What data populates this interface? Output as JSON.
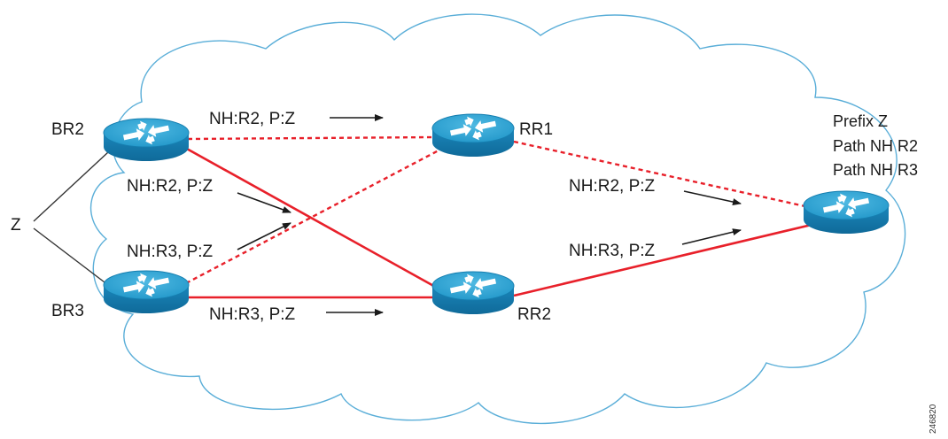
{
  "diagram": {
    "z_label": "Z",
    "nodes": {
      "br2": "BR2",
      "br3": "BR3",
      "rr1": "RR1",
      "rr2": "RR2"
    },
    "prefix_box": {
      "line1": "Prefix Z",
      "line2": "Path NH R2",
      "line3": "Path NH R3"
    },
    "advert_labels": {
      "br2_to_rr1": "NH:R2, P:Z",
      "br2_diag": "NH:R2, P:Z",
      "br3_diag": "NH:R3, P:Z",
      "br3_to_rr2": "NH:R3, P:Z",
      "rr1_to_client": "NH:R2, P:Z",
      "rr2_to_client": "NH:R3, P:Z"
    },
    "figure_id": "246820",
    "colors": {
      "cloud_outline": "#5aaed8",
      "link_red": "#e8202a",
      "router_fill": "#1d8fc4",
      "router_top": "#2fa6d6",
      "arrow": "#1a1a1a"
    }
  }
}
